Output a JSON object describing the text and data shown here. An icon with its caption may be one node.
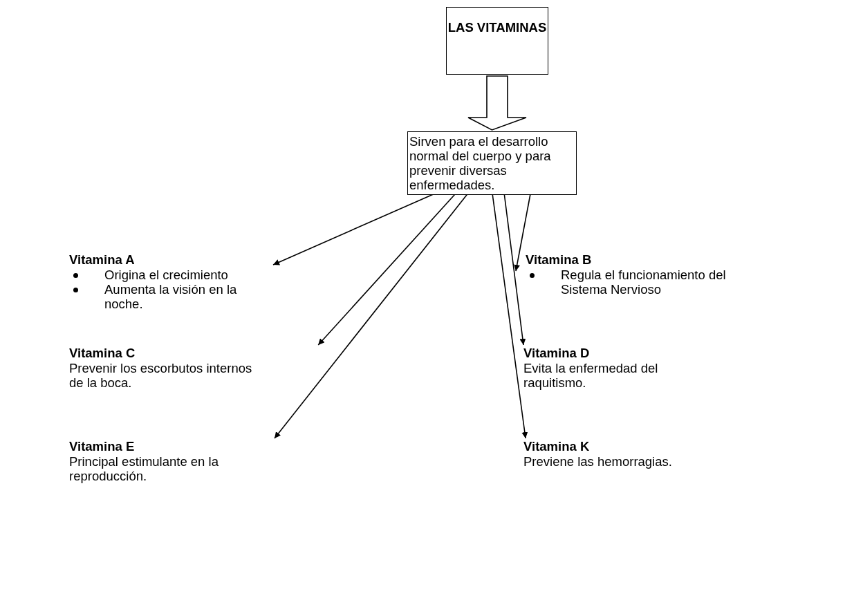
{
  "diagram": {
    "nodes": [
      {
        "text": [
          "LAS VITAMINAS"
        ]
      },
      {
        "text": [
          "Sirven para el desarrollo normal del cuerpo y para prevenir diversas enfermedades."
        ]
      },
      {
        "text": [
          "Vitamina A",
          "Origina el crecimiento",
          "Aumenta la visión en la noche."
        ]
      },
      {
        "text": [
          "Vitamina B",
          "Regula el funcionamiento del Sistema Nervioso"
        ]
      },
      {
        "text": [
          "Vitamina C",
          "Prevenir los escorbutos internos de la boca."
        ]
      },
      {
        "text": [
          "Vitamina D",
          "Evita la enfermedad del raquitismo."
        ]
      },
      {
        "text": [
          "Vitamina E",
          "Principal estimulante en la reproducción."
        ]
      },
      {
        "text": [
          "Vitamina K",
          "Previene las hemorragias."
        ]
      }
    ],
    "edges": [
      {
        "from": 0,
        "to": 1,
        "arrow": "to"
      },
      {
        "from": 1,
        "to": 2,
        "arrow": "to"
      },
      {
        "from": 1,
        "to": 4,
        "arrow": "to"
      },
      {
        "from": 1,
        "to": 6,
        "arrow": "to"
      },
      {
        "from": 1,
        "to": 7,
        "arrow": "to"
      },
      {
        "from": 1,
        "to": 5,
        "arrow": "to"
      },
      {
        "from": 1,
        "to": 3,
        "arrow": "to"
      }
    ]
  }
}
